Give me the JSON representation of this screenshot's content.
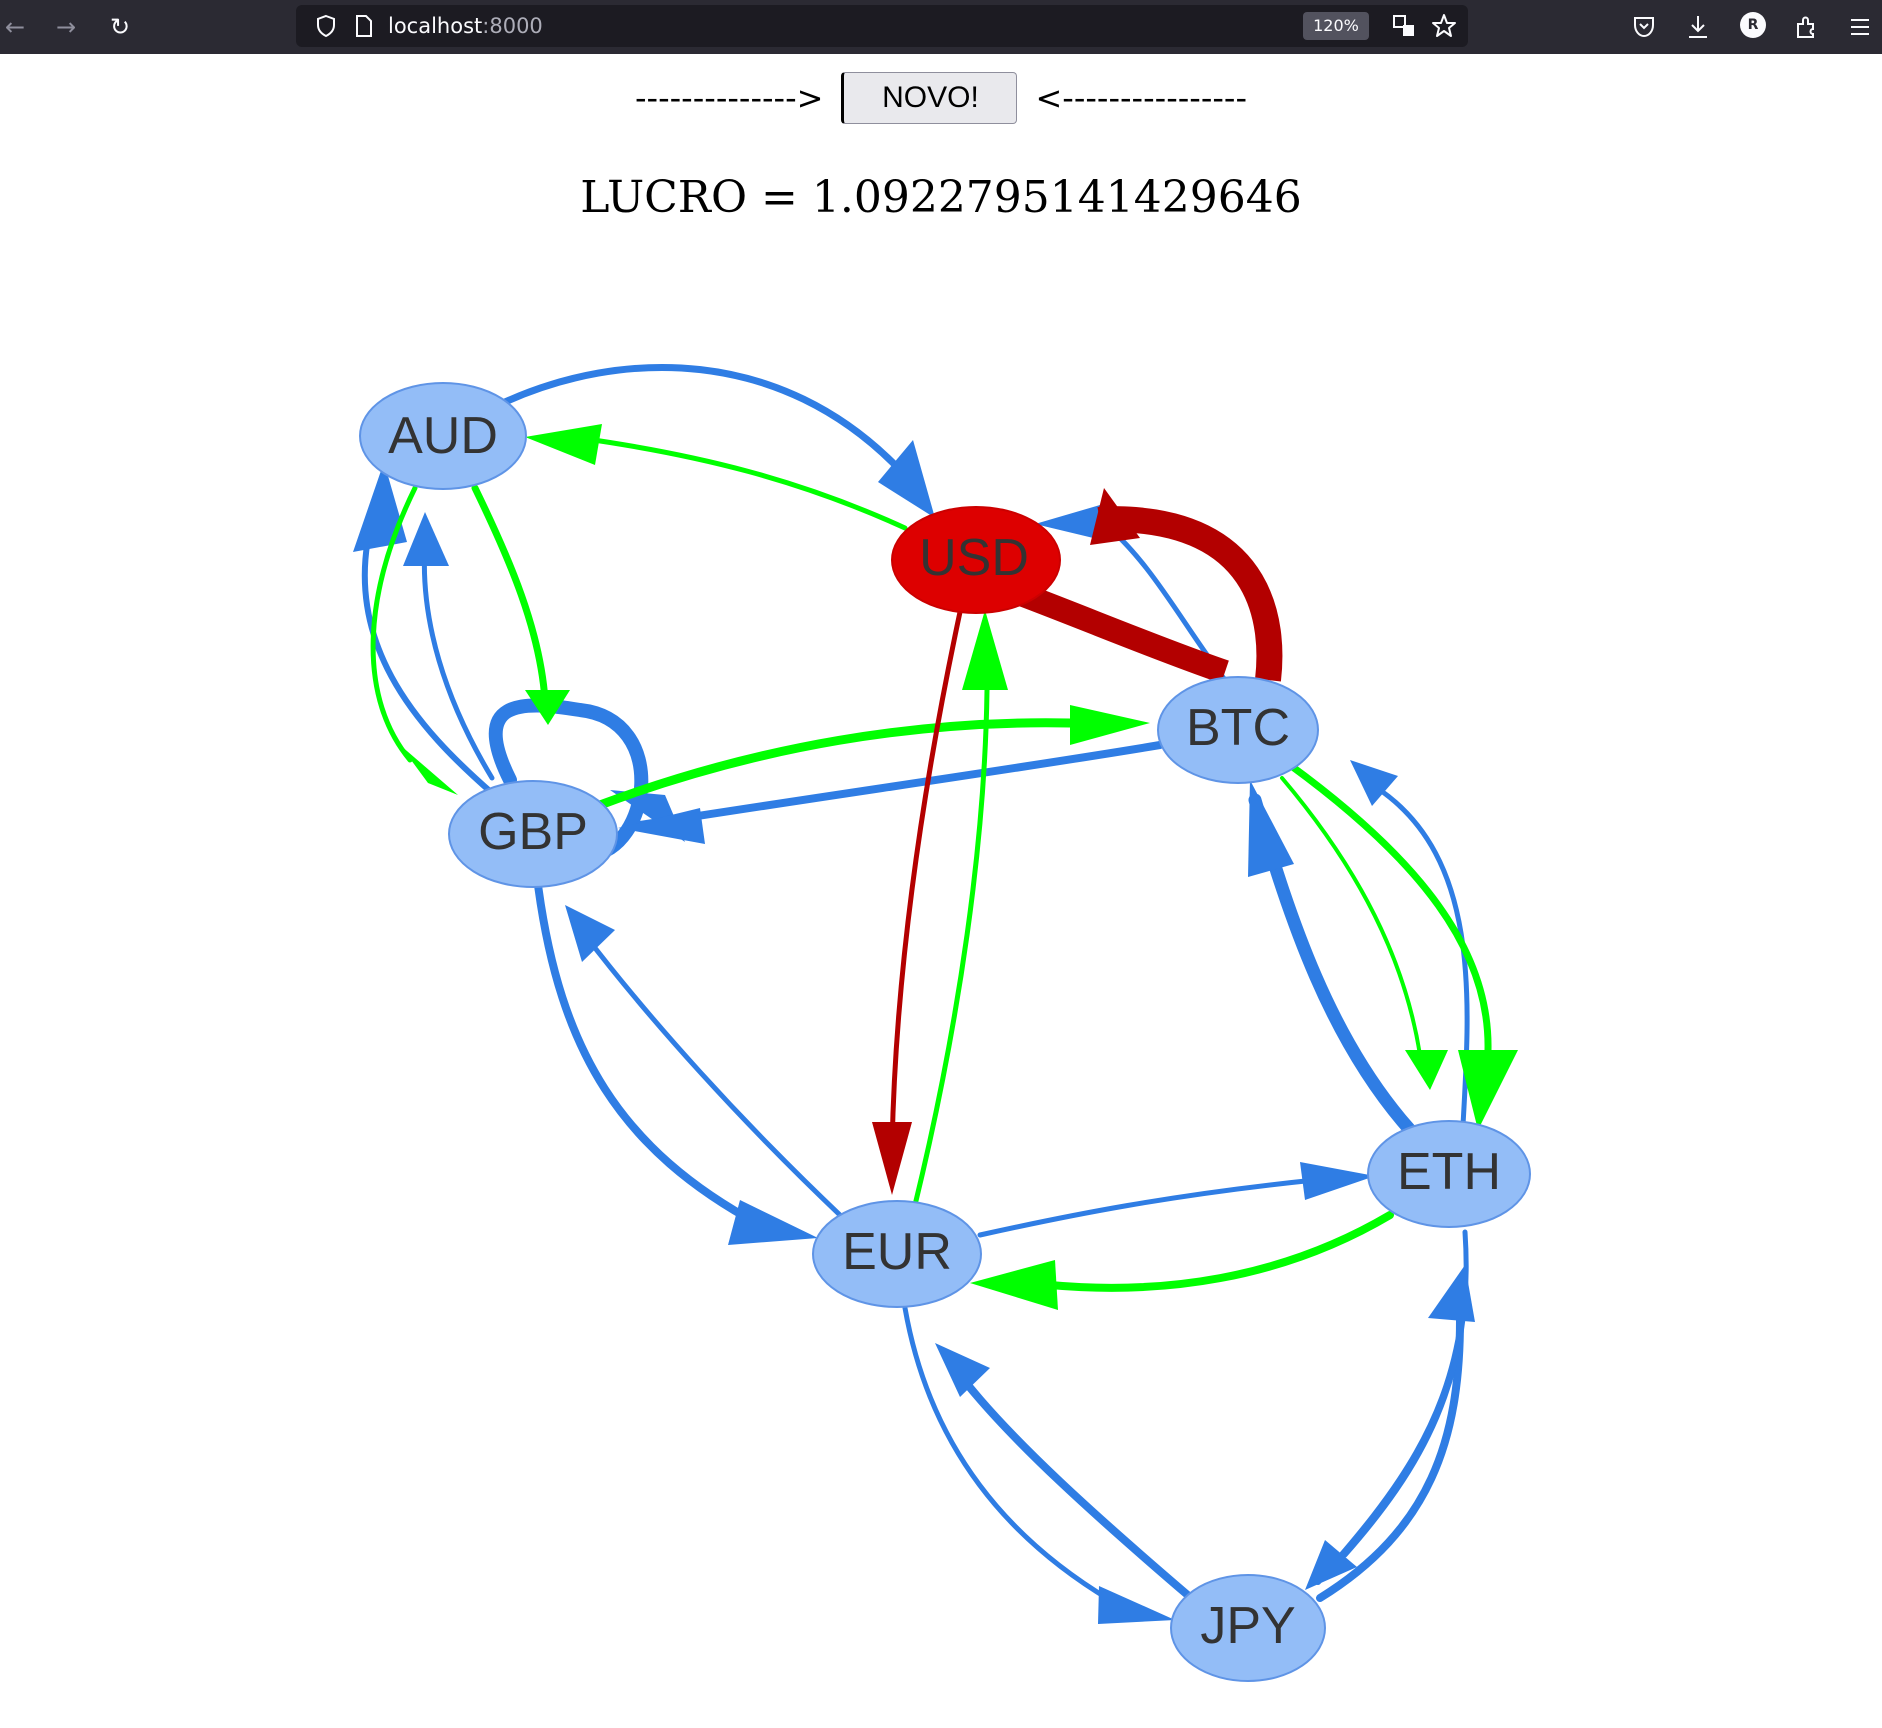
{
  "browser": {
    "url_host": "localhost",
    "url_port": ":8000",
    "zoom": "120%",
    "profile_initial": "R"
  },
  "page": {
    "left_arrow": "-------------->",
    "button_label": "NOVO!",
    "right_arrow": "<----------------",
    "profit_text": "LUCRO = 1.0922795141429646"
  },
  "graph": {
    "nodes": [
      "AUD",
      "USD",
      "BTC",
      "GBP",
      "ETH",
      "EUR",
      "JPY"
    ],
    "highlighted_node": "USD",
    "colors": {
      "node_fill": "#93bdf7",
      "node_stroke": "#5f94e6",
      "node_highlight": "#dd0000",
      "edge_default": "#2f7de4",
      "edge_green": "#00ff00",
      "edge_red": "#b30000"
    }
  }
}
